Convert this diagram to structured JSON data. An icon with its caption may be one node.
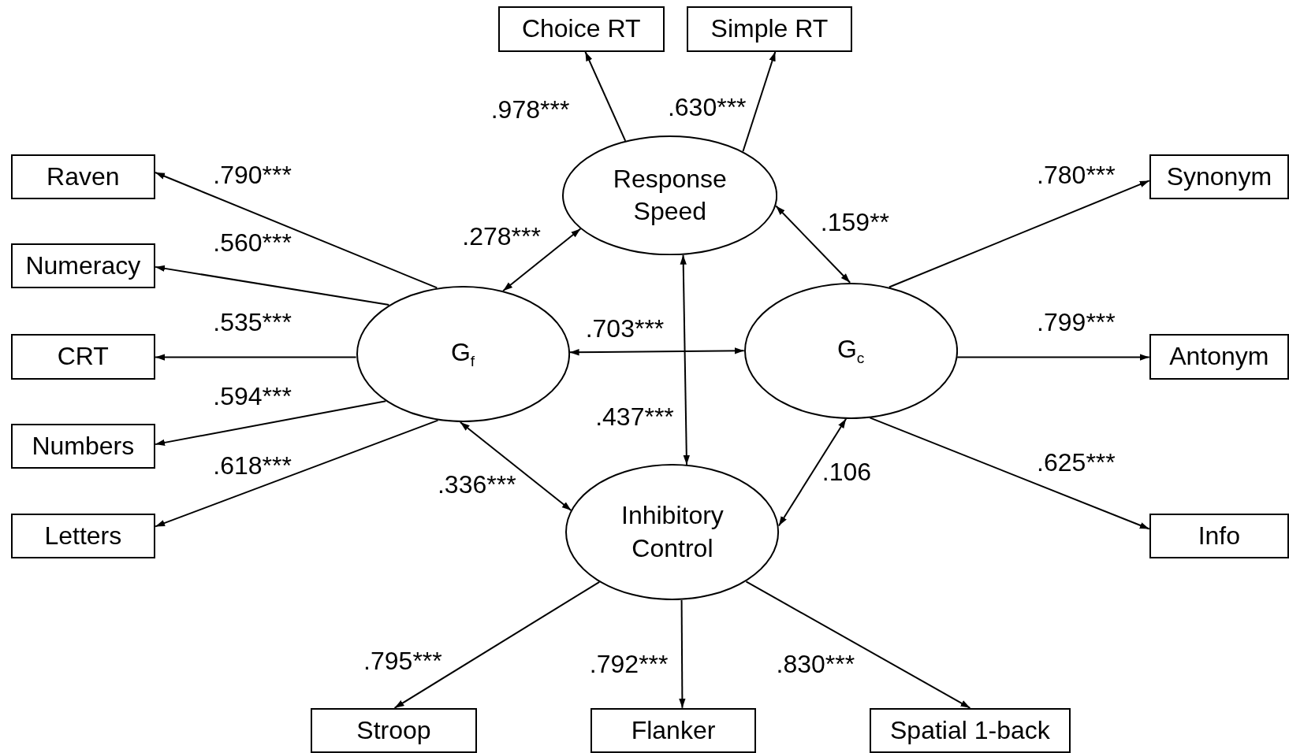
{
  "diagram": {
    "nodes": [
      {
        "text": [
          "Choice RT"
        ]
      },
      {
        "text": [
          "Simple RT"
        ]
      },
      {
        "text": [
          "Response Speed"
        ]
      },
      {
        "text": [
          "Raven"
        ]
      },
      {
        "text": [
          "Synonym"
        ]
      },
      {
        "text": [
          "Numeracy"
        ]
      },
      {
        "text": [
          "G$_{f}$"
        ]
      },
      {
        "text": [
          "G$_{c}$"
        ]
      },
      {
        "text": [
          "CRT"
        ]
      },
      {
        "text": [
          "Antonym"
        ]
      },
      {
        "text": [
          "Numbers"
        ]
      },
      {
        "text": [
          "Letters"
        ]
      },
      {
        "text": [
          "Info"
        ]
      },
      {
        "text": [
          "Inhibitory Control"
        ]
      },
      {
        "text": [
          "Stroop"
        ]
      },
      {
        "text": [
          "Flanker"
        ]
      },
      {
        "text": [
          "Spatial 1-back"
        ]
      }
    ],
    "edges": [
      {
        "from": 2,
        "to": 0,
        "arrow": "to",
        "label": ".978***"
      },
      {
        "from": 2,
        "to": 1,
        "arrow": "to",
        "label": ".630***"
      },
      {
        "from": 6,
        "to": 3,
        "arrow": "to",
        "label": ".790***"
      },
      {
        "from": 6,
        "to": 5,
        "arrow": "to",
        "label": ".560***"
      },
      {
        "from": 6,
        "to": 8,
        "arrow": "to",
        "label": ".535***"
      },
      {
        "from": 6,
        "to": 10,
        "arrow": "to",
        "label": ".594***"
      },
      {
        "from": 6,
        "to": 11,
        "arrow": "to",
        "label": ".618***"
      },
      {
        "from": 7,
        "to": 4,
        "arrow": "to",
        "label": ".780***"
      },
      {
        "from": 7,
        "to": 9,
        "arrow": "to",
        "label": ".799***"
      },
      {
        "from": 7,
        "to": 12,
        "arrow": "to",
        "label": ".625***"
      },
      {
        "from": 13,
        "to": 14,
        "arrow": "to",
        "label": ".795***"
      },
      {
        "from": 13,
        "to": 15,
        "arrow": "to",
        "label": ".792***"
      },
      {
        "from": 13,
        "to": 16,
        "arrow": "to",
        "label": ".830***"
      },
      {
        "from": 6,
        "to": 2,
        "arrow": "both",
        "label": ".278***"
      },
      {
        "from": 2,
        "to": 7,
        "arrow": "both",
        "label": ".159**"
      },
      {
        "from": 6,
        "to": 7,
        "arrow": "both",
        "label": ".703***"
      },
      {
        "from": 2,
        "to": 13,
        "arrow": "both",
        "label": ".437***"
      },
      {
        "from": 6,
        "to": 13,
        "arrow": "both",
        "label": ".336***"
      },
      {
        "from": 7,
        "to": 13,
        "arrow": "both",
        "label": ".106"
      }
    ]
  }
}
